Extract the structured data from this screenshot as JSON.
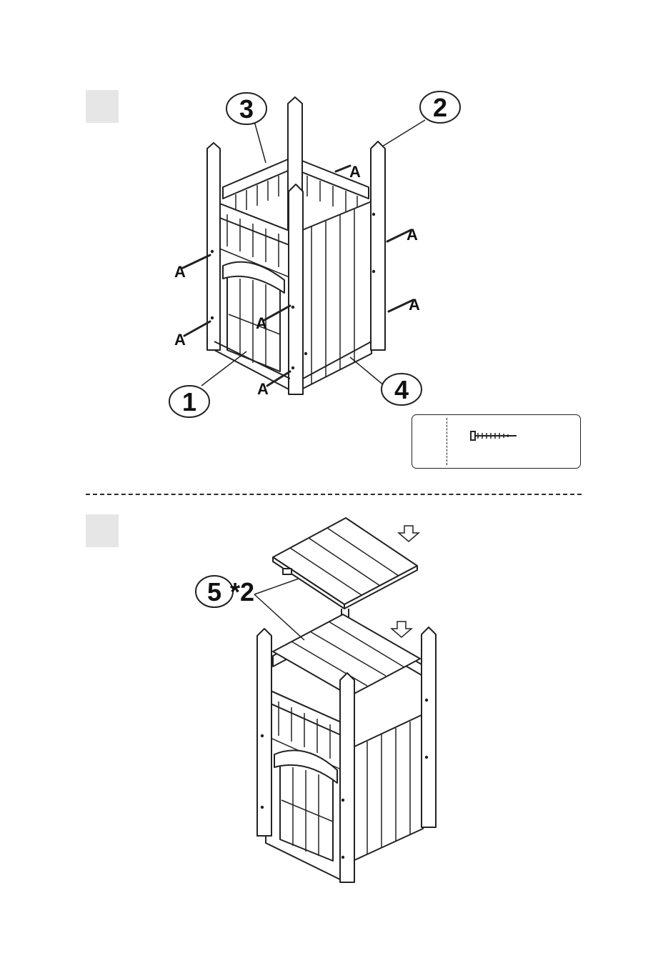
{
  "step1": {
    "callouts": [
      "3",
      "2",
      "1",
      "4"
    ],
    "screw_label": "A"
  },
  "legend": {
    "screw_icon": "screw-icon",
    "quantity": ""
  },
  "step2": {
    "callout": "5",
    "multiplier": "*2"
  }
}
